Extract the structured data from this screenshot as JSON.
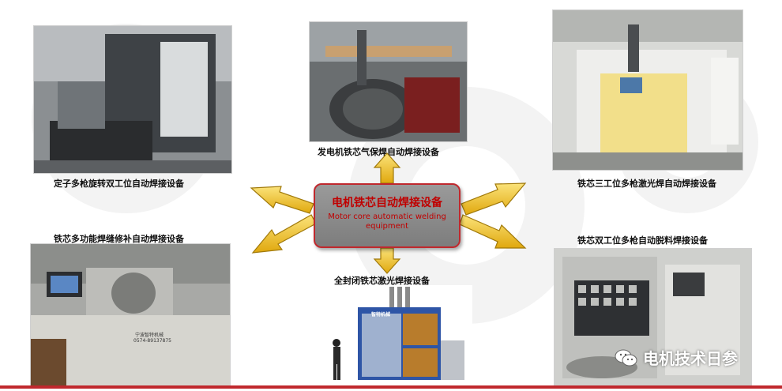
{
  "center": {
    "title": "电机铁芯自动焊接设备",
    "subtitle": "Motor core automatic welding equipment"
  },
  "captions": {
    "top_left": "定子多枪旋转双工位自动焊接设备",
    "top_center": "发电机铁芯气保焊自动焊接设备",
    "top_right": "铁芯三工位多枪激光焊自动焊接设备",
    "mid_left": "铁芯多功能焊缝修补自动焊接设备",
    "mid_right": "铁芯双工位多枪自动脱料焊接设备",
    "bottom_center": "全封闭铁芯激光焊接设备"
  },
  "photo_text": {
    "machine_label": "宁波智特机械",
    "machine_phone": "0574-89137875",
    "cabinet_label": "智特机械"
  },
  "watermark": {
    "text": "电机技术日参"
  },
  "colors": {
    "accent_red": "#c0282d",
    "arrow_yellow": "#f2c41a",
    "center_box": "#8a8a8a"
  }
}
